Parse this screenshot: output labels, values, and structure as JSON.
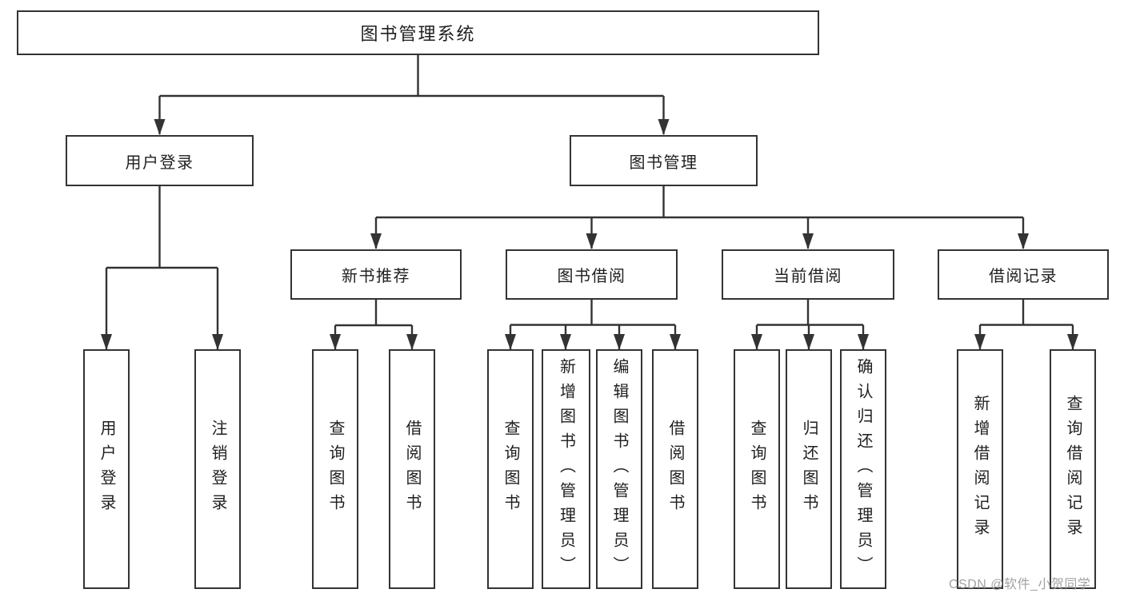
{
  "tree": {
    "root": {
      "label": "图书管理系统"
    },
    "branches": [
      {
        "label": "用户登录",
        "leaves": [
          "用户登录",
          "注销登录"
        ]
      },
      {
        "label": "图书管理",
        "groups": [
          {
            "label": "新书推荐",
            "leaves": [
              "查询图书",
              "借阅图书"
            ]
          },
          {
            "label": "图书借阅",
            "leaves": [
              "查询图书",
              "新增图书（管理员）",
              "编辑图书（管理员）",
              "借阅图书"
            ]
          },
          {
            "label": "当前借阅",
            "leaves": [
              "查询图书",
              "归还图书",
              "确认归还（管理员）"
            ]
          },
          {
            "label": "借阅记录",
            "leaves": [
              "新增借阅记录",
              "查询借阅记录"
            ]
          }
        ]
      }
    ]
  },
  "watermark": {
    "text": "CSDN @软件_小贺同学",
    "color": "#9c9c9c"
  },
  "colors": {
    "line": "#333333",
    "text": "#1f1f1f",
    "background": "#ffffff"
  }
}
